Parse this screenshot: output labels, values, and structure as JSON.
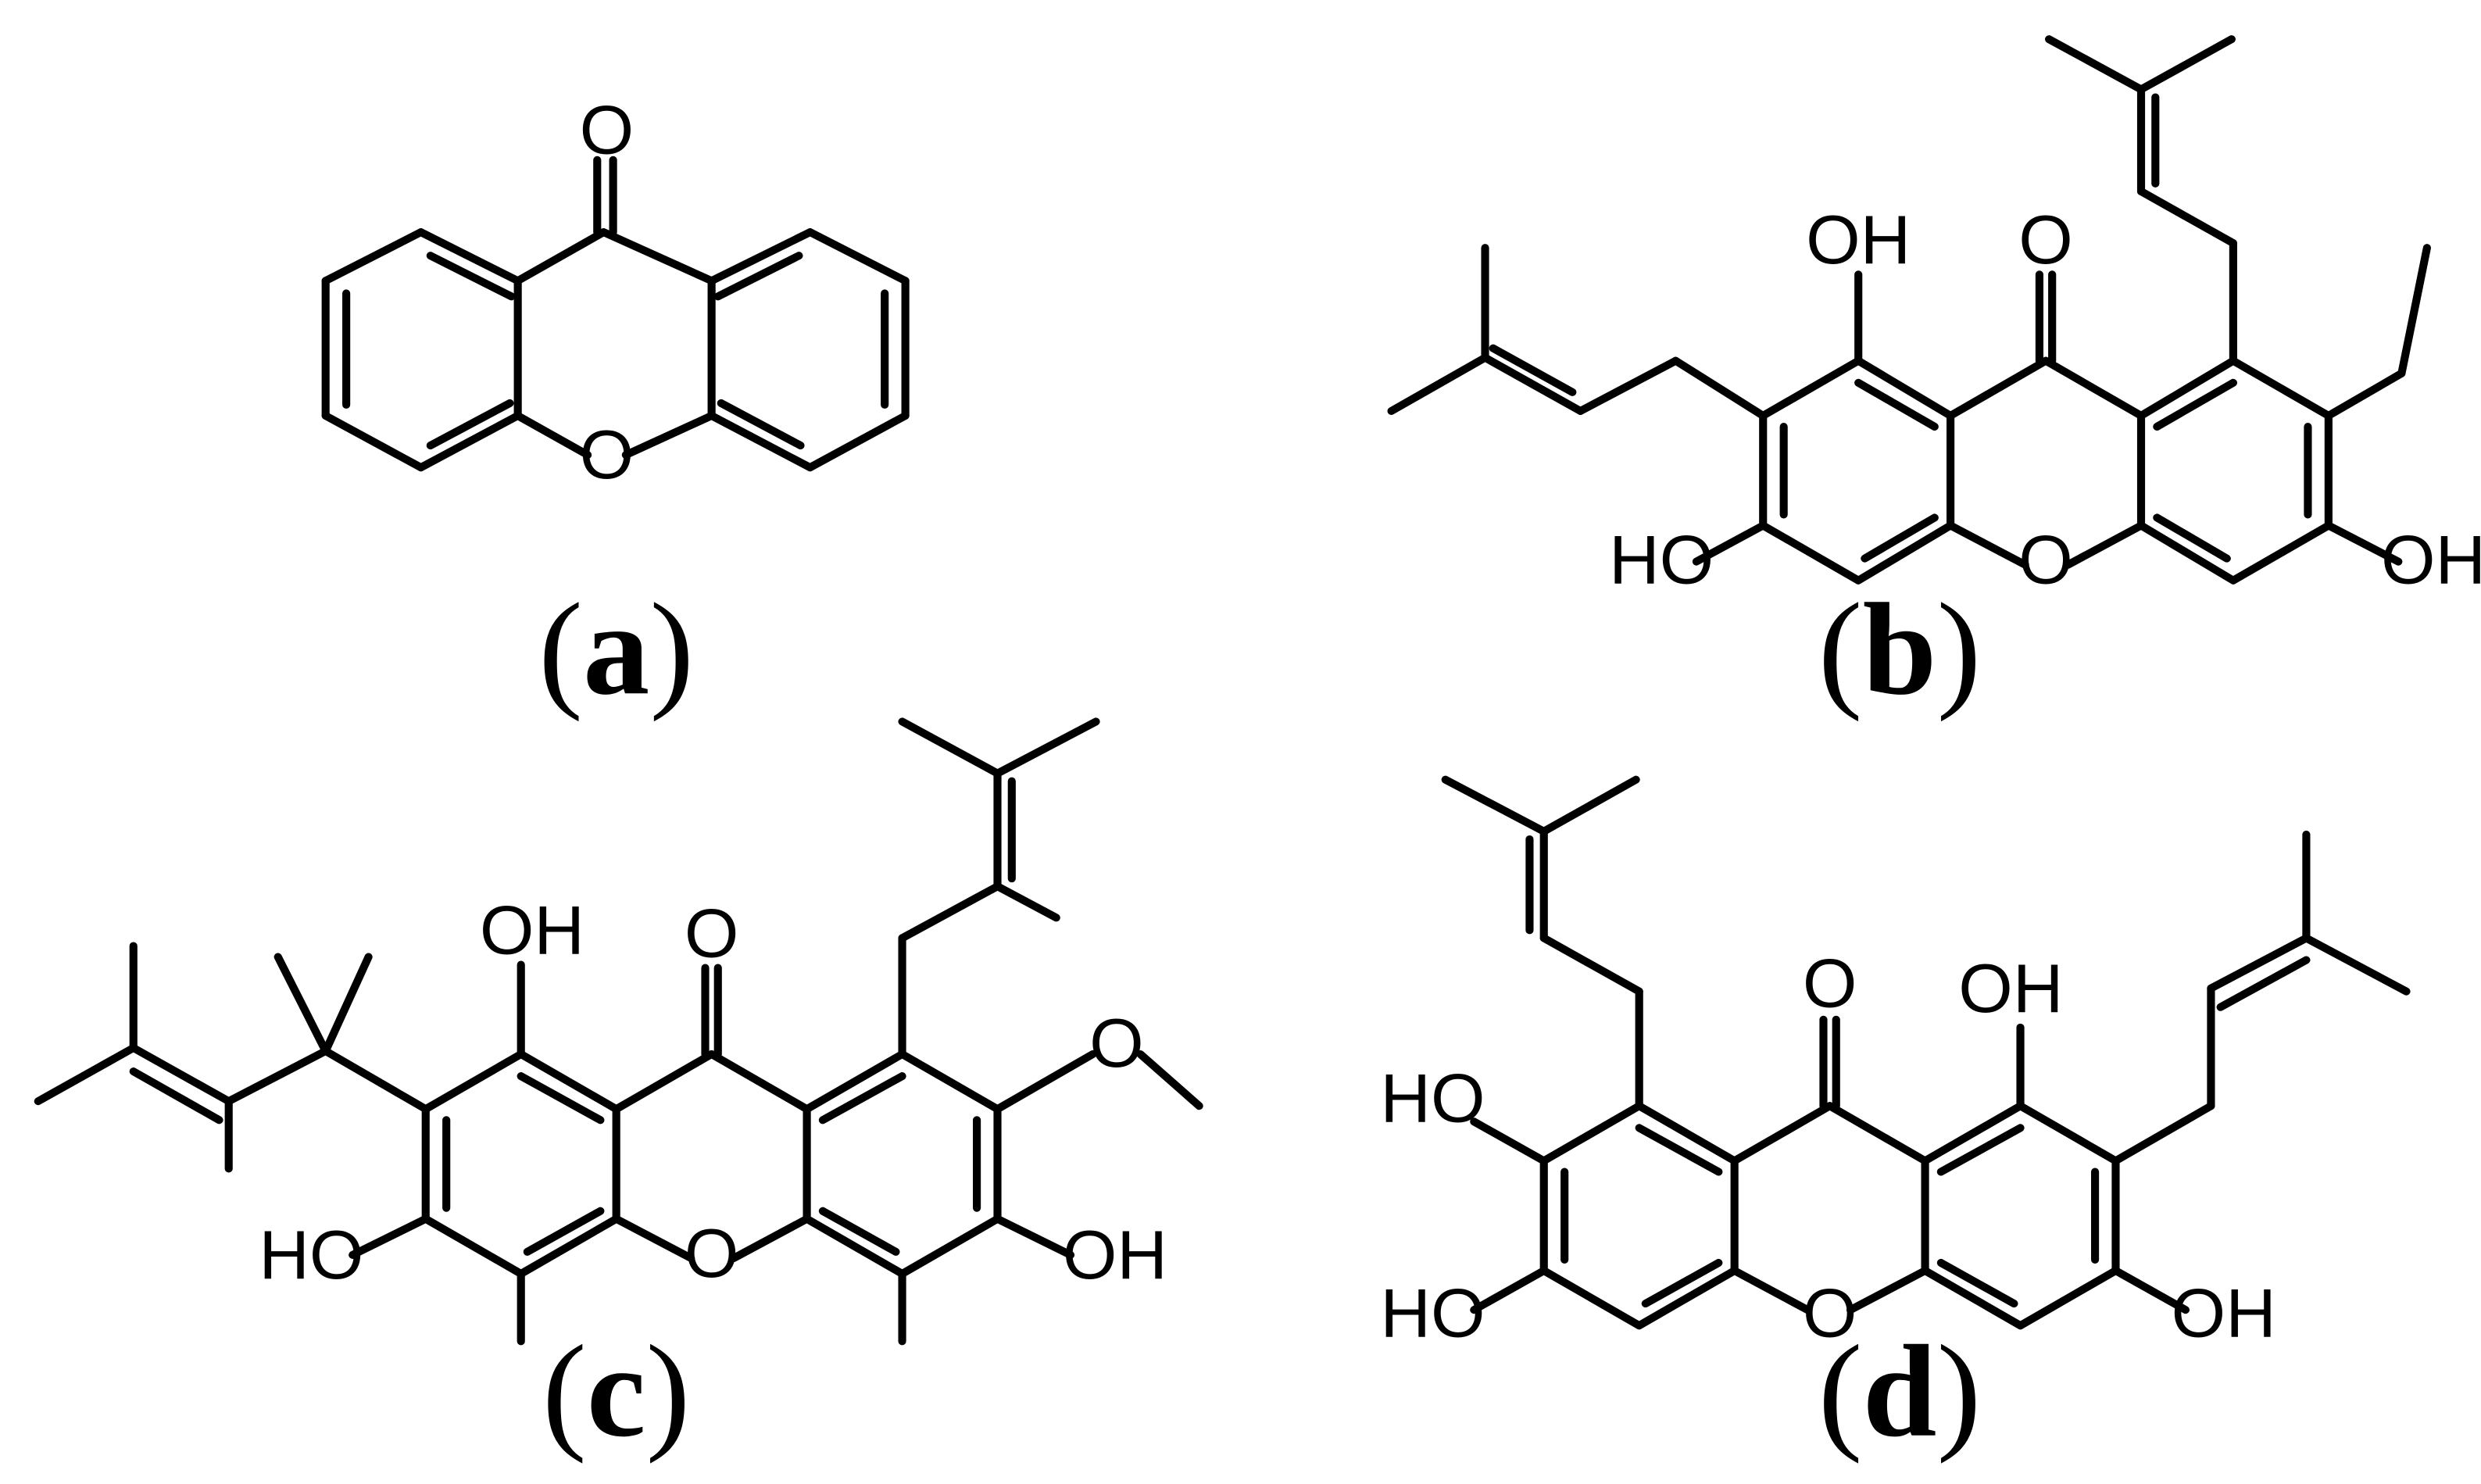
{
  "figure": {
    "panels": [
      {
        "id": "a",
        "caption_letter": "a",
        "atom_labels": {
          "carbonyl": "O",
          "ring_o": "O"
        }
      },
      {
        "id": "b",
        "caption_letter": "b",
        "atom_labels": {
          "oh_left_top": "OH",
          "carbonyl": "O",
          "oh_left_bottom": "HO",
          "ring_o": "O",
          "oh_right_bottom": "OH"
        }
      },
      {
        "id": "c",
        "caption_letter": "c",
        "atom_labels": {
          "oh_left_top": "OH",
          "carbonyl": "O",
          "oh_left_bottom": "HO",
          "ring_o": "O",
          "oh_right_bottom": "OH"
        }
      },
      {
        "id": "d",
        "caption_letter": "d",
        "atom_labels": {
          "oh_left_upper": "HO",
          "carbonyl": "O",
          "oh_right_top": "OH",
          "oh_left_lower": "HO",
          "ring_o": "O",
          "oh_right_bottom": "OH"
        }
      }
    ],
    "caption_open": "(",
    "caption_close": ")"
  }
}
